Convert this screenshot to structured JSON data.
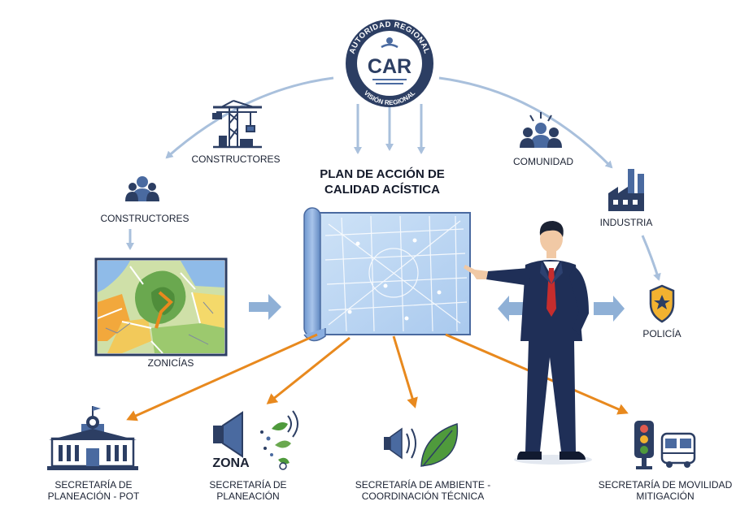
{
  "emblem": {
    "arc_top": "AUTORIDAD REGIONAL",
    "abbr": "CAR",
    "arc_bottom": "VISIÓN REGIONAL"
  },
  "center_title": {
    "line1": "PLAN DE ACCIÓN DE",
    "line2": "CALIDAD ACÍSTICA"
  },
  "nodes": {
    "constructores_top": "CONSTRUCTORES",
    "constructores_left": "CONSTRUCTORES",
    "comunidad": "COMUNIDAD",
    "industria": "INDUSTRIA",
    "policia": "POLICÍA",
    "zonicias": "ZONICÍAS",
    "zona": "ZONA",
    "planeacion_pot": {
      "line1": "SECRETARÍA DE",
      "line2": "PLANEACIÓN - POT"
    },
    "planeacion": {
      "line1": "SECRETARÍA DE",
      "line2": "PLANEACIÓN"
    },
    "ambiente": {
      "line1": "SECRETARÍA DE AMBIENTE -",
      "line2": "COORDINACIÓN TÉCNICA"
    },
    "movilidad": {
      "line1": "SECRETARÍA DE MOVILIDAD",
      "line2": "MITIGACIÓN"
    }
  },
  "colors": {
    "navy": "#2c3e63",
    "steel_blue": "#4a6aa0",
    "light_blue_arrow": "#a9c0dc",
    "orange_arrow": "#e8891e",
    "green": "#4f9a3c",
    "suit": "#1f2f57",
    "tie": "#c62d2d",
    "badge_gold": "#f2b230"
  }
}
